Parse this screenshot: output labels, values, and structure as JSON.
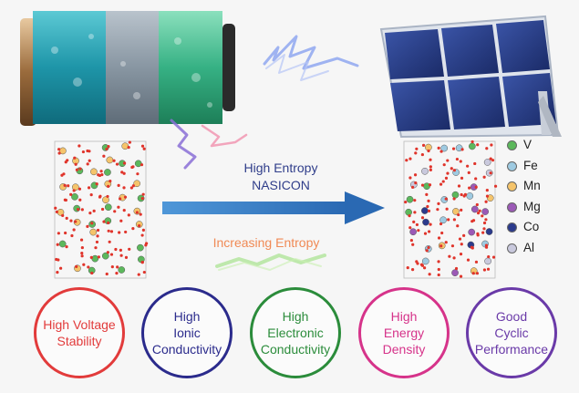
{
  "labels": {
    "high_entropy_line1": "High Entropy",
    "high_entropy_line2": "NASICON",
    "increasing_entropy": "Increasing Entropy"
  },
  "legend": [
    {
      "symbol": "V",
      "color": "#5cb85c"
    },
    {
      "symbol": "Fe",
      "color": "#9ecae1"
    },
    {
      "symbol": "Mn",
      "color": "#f5c46b"
    },
    {
      "symbol": "Mg",
      "color": "#9b59b6"
    },
    {
      "symbol": "Co",
      "color": "#2b3a8c"
    },
    {
      "symbol": "Al",
      "color": "#c9c9dd"
    }
  ],
  "properties": [
    {
      "lines": [
        "High Voltage",
        "Stability"
      ],
      "color": "#e23b3b"
    },
    {
      "lines": [
        "High",
        "Ionic",
        "Conductivity"
      ],
      "color": "#2b2b8c"
    },
    {
      "lines": [
        "High",
        "Electronic",
        "Conductivity"
      ],
      "color": "#2b8c3b"
    },
    {
      "lines": [
        "High",
        "Energy Density"
      ],
      "color": "#d6338a"
    },
    {
      "lines": [
        "Good",
        "Cyclic",
        "Performance"
      ],
      "color": "#6a3aa8"
    }
  ],
  "colors": {
    "arrow": "#2e7bc6",
    "battery_cyan": "#2aa5b5",
    "battery_grey": "#8f9ca8",
    "battery_green": "#2fae7a",
    "panel_blue": "#27397f"
  }
}
